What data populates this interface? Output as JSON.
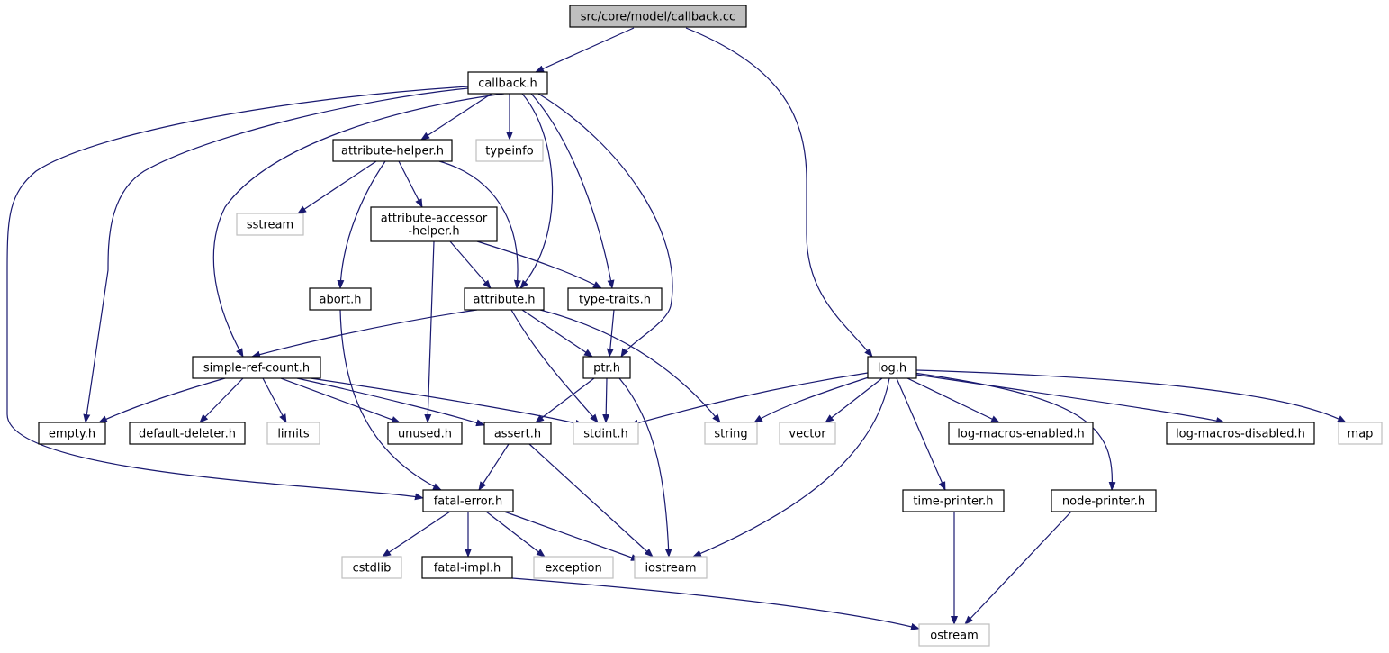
{
  "graph": {
    "colors": {
      "edge": "#191970",
      "internal_border": "#000000",
      "external_border": "#bfbfbf",
      "root_fill": "#bfbfbf",
      "node_fill": "#ffffff",
      "text": "#000000"
    },
    "nodes": [
      {
        "id": "callback_cc",
        "label": "src/core/model/callback.cc",
        "kind": "root"
      },
      {
        "id": "callback_h",
        "label": "callback.h",
        "kind": "internal"
      },
      {
        "id": "attribute_helper",
        "label": "attribute-helper.h",
        "kind": "internal"
      },
      {
        "id": "typeinfo",
        "label": "typeinfo",
        "kind": "external"
      },
      {
        "id": "sstream",
        "label": "sstream",
        "kind": "external"
      },
      {
        "id": "attr_accessor",
        "label": [
          "attribute-accessor",
          "-helper.h"
        ],
        "kind": "internal"
      },
      {
        "id": "abort_h",
        "label": "abort.h",
        "kind": "internal"
      },
      {
        "id": "attribute_h",
        "label": "attribute.h",
        "kind": "internal"
      },
      {
        "id": "type_traits",
        "label": "type-traits.h",
        "kind": "internal"
      },
      {
        "id": "simple_ref",
        "label": "simple-ref-count.h",
        "kind": "internal"
      },
      {
        "id": "ptr_h",
        "label": "ptr.h",
        "kind": "internal"
      },
      {
        "id": "log_h",
        "label": "log.h",
        "kind": "internal"
      },
      {
        "id": "empty_h",
        "label": "empty.h",
        "kind": "internal"
      },
      {
        "id": "default_deleter",
        "label": "default-deleter.h",
        "kind": "internal"
      },
      {
        "id": "limits",
        "label": "limits",
        "kind": "external"
      },
      {
        "id": "unused_h",
        "label": "unused.h",
        "kind": "internal"
      },
      {
        "id": "assert_h",
        "label": "assert.h",
        "kind": "internal"
      },
      {
        "id": "stdint_h",
        "label": "stdint.h",
        "kind": "external"
      },
      {
        "id": "string",
        "label": "string",
        "kind": "external"
      },
      {
        "id": "vector",
        "label": "vector",
        "kind": "external"
      },
      {
        "id": "log_enabled",
        "label": "log-macros-enabled.h",
        "kind": "internal"
      },
      {
        "id": "log_disabled",
        "label": "log-macros-disabled.h",
        "kind": "internal"
      },
      {
        "id": "map",
        "label": "map",
        "kind": "external"
      },
      {
        "id": "fatal_error",
        "label": "fatal-error.h",
        "kind": "internal"
      },
      {
        "id": "time_printer",
        "label": "time-printer.h",
        "kind": "internal"
      },
      {
        "id": "node_printer",
        "label": "node-printer.h",
        "kind": "internal"
      },
      {
        "id": "cstdlib",
        "label": "cstdlib",
        "kind": "external"
      },
      {
        "id": "fatal_impl",
        "label": "fatal-impl.h",
        "kind": "internal"
      },
      {
        "id": "exception",
        "label": "exception",
        "kind": "external"
      },
      {
        "id": "iostream",
        "label": "iostream",
        "kind": "external"
      },
      {
        "id": "ostream",
        "label": "ostream",
        "kind": "external"
      }
    ],
    "edges": [
      [
        "callback_cc",
        "callback_h"
      ],
      [
        "callback_cc",
        "log_h"
      ],
      [
        "callback_h",
        "attribute_helper"
      ],
      [
        "callback_h",
        "typeinfo"
      ],
      [
        "callback_h",
        "attribute_h"
      ],
      [
        "callback_h",
        "type_traits"
      ],
      [
        "callback_h",
        "ptr_h"
      ],
      [
        "callback_h",
        "simple_ref"
      ],
      [
        "callback_h",
        "empty_h"
      ],
      [
        "callback_h",
        "fatal_error"
      ],
      [
        "attribute_helper",
        "sstream"
      ],
      [
        "attribute_helper",
        "attr_accessor"
      ],
      [
        "attribute_helper",
        "abort_h"
      ],
      [
        "attribute_helper",
        "attribute_h"
      ],
      [
        "attr_accessor",
        "attribute_h"
      ],
      [
        "attr_accessor",
        "type_traits"
      ],
      [
        "attr_accessor",
        "unused_h"
      ],
      [
        "abort_h",
        "fatal_error"
      ],
      [
        "attribute_h",
        "simple_ref"
      ],
      [
        "attribute_h",
        "ptr_h"
      ],
      [
        "attribute_h",
        "stdint_h"
      ],
      [
        "attribute_h",
        "string"
      ],
      [
        "type_traits",
        "ptr_h"
      ],
      [
        "simple_ref",
        "empty_h"
      ],
      [
        "simple_ref",
        "default_deleter"
      ],
      [
        "simple_ref",
        "limits"
      ],
      [
        "simple_ref",
        "unused_h"
      ],
      [
        "simple_ref",
        "assert_h"
      ],
      [
        "simple_ref",
        "stdint_h"
      ],
      [
        "ptr_h",
        "assert_h"
      ],
      [
        "ptr_h",
        "stdint_h"
      ],
      [
        "ptr_h",
        "iostream"
      ],
      [
        "assert_h",
        "fatal_error"
      ],
      [
        "assert_h",
        "iostream"
      ],
      [
        "log_h",
        "stdint_h"
      ],
      [
        "log_h",
        "string"
      ],
      [
        "log_h",
        "vector"
      ],
      [
        "log_h",
        "log_enabled"
      ],
      [
        "log_h",
        "log_disabled"
      ],
      [
        "log_h",
        "map"
      ],
      [
        "log_h",
        "iostream"
      ],
      [
        "log_h",
        "time_printer"
      ],
      [
        "log_h",
        "node_printer"
      ],
      [
        "fatal_error",
        "cstdlib"
      ],
      [
        "fatal_error",
        "fatal_impl"
      ],
      [
        "fatal_error",
        "exception"
      ],
      [
        "fatal_error",
        "iostream"
      ],
      [
        "fatal_impl",
        "ostream"
      ],
      [
        "time_printer",
        "ostream"
      ],
      [
        "node_printer",
        "ostream"
      ]
    ]
  }
}
